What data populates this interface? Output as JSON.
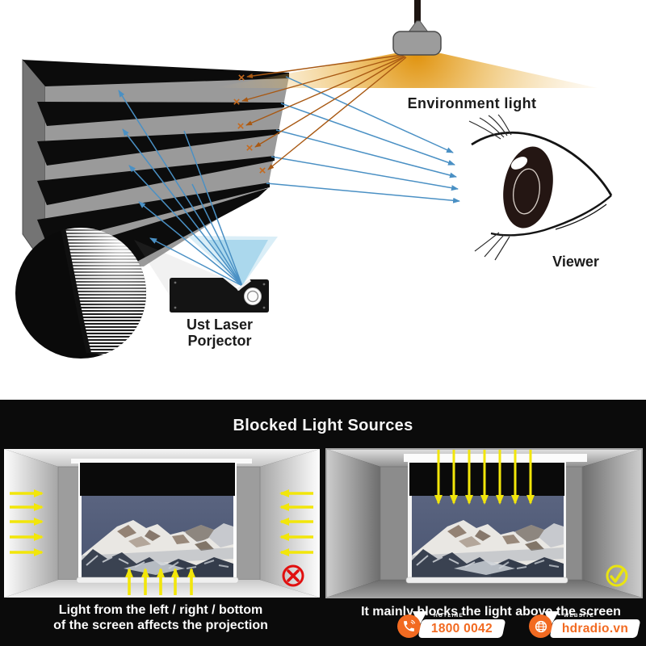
{
  "top_diagram": {
    "environment_light_label": "Environment light",
    "viewer_label": "Viewer",
    "projector_label_line1": "Ust Laser",
    "projector_label_line2": "Porjector",
    "blocked_mark": "×"
  },
  "bottom_panel": {
    "title": "Blocked Light Sources",
    "left_room": {
      "caption_line1": "Light from the left / right / bottom",
      "caption_line2": "of the screen affects the projection",
      "verdict_icon": "cross"
    },
    "right_room": {
      "caption": "It mainly blocks the light above the screen",
      "verdict_icon": "check"
    }
  },
  "footer": {
    "hotline_label": "HOTLINE",
    "hotline_number": "1800 0042",
    "website_label": "WEBSITE",
    "website_url": "hdradio.vn"
  },
  "colors": {
    "accent_orange": "#f26a21",
    "ray_blue": "#4a90c4",
    "ray_orange": "#a85812",
    "arrow_yellow": "#f2e60a",
    "cross_red": "#e10f0f",
    "check_yellow": "#e9e410"
  }
}
